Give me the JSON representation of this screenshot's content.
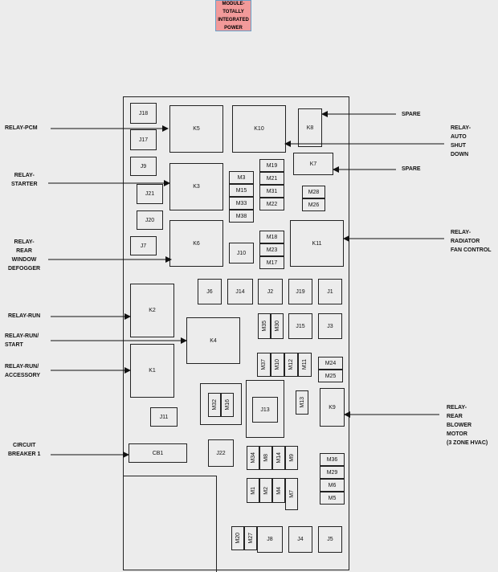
{
  "module_label": [
    "MODULE-",
    "TOTALLY",
    "INTEGRATED",
    "POWER"
  ],
  "left_labels": {
    "relay_pcm": [
      "RELAY-PCM"
    ],
    "relay_starter": [
      "RELAY-",
      "STARTER"
    ],
    "relay_rear_window": [
      "RELAY-",
      "REAR",
      "WINDOW",
      "DEFOGGER"
    ],
    "relay_run": [
      "RELAY-RUN"
    ],
    "relay_run_start": [
      "RELAY-RUN/",
      "START"
    ],
    "relay_run_accessory": [
      "RELAY-RUN/",
      "ACCESSORY"
    ],
    "circuit_breaker": [
      "CIRCUIT",
      "BREAKER 1"
    ]
  },
  "right_labels": {
    "spare_top": [
      "SPARE"
    ],
    "relay_auto_shut_down": [
      "RELAY-",
      "AUTO",
      "SHUT",
      "DOWN"
    ],
    "spare_mid": [
      "SPARE"
    ],
    "relay_radiator_fan": [
      "RELAY-",
      "RADIATOR",
      "FAN CONTROL"
    ],
    "relay_rear_blower": [
      "RELAY-",
      "REAR",
      "BLOWER",
      "MOTOR",
      "(3 ZONE HVAC)"
    ]
  },
  "components": {
    "J18": "J18",
    "J17": "J17",
    "J9": "J9",
    "J21": "J21",
    "J20": "J20",
    "J7": "J7",
    "K5": "K5",
    "K10": "K10",
    "K8": "K8",
    "K7": "K7",
    "K3": "K3",
    "K6": "K6",
    "K11": "K11",
    "M3": "M3",
    "M15": "M15",
    "M33": "M33",
    "M38": "M38",
    "M19": "M19",
    "M21": "M21",
    "M31": "M31",
    "M22": "M22",
    "M28": "M28",
    "M26": "M26",
    "M18": "M18",
    "M23": "M23",
    "M17": "M17",
    "J10": "J10",
    "K2": "K2",
    "K4": "K4",
    "K1": "K1",
    "J6": "J6",
    "J14": "J14",
    "J2": "J2",
    "J19": "J19",
    "J1": "J1",
    "M35": "M35",
    "M30": "M30",
    "J15": "J15",
    "J3": "J3",
    "M37": "M37",
    "M10": "M10",
    "M12": "M12",
    "M11": "M11",
    "M24": "M24",
    "M25": "M25",
    "M32": "M32",
    "M16": "M16",
    "J13": "J13",
    "M13": "M13",
    "K9": "K9",
    "J11": "J11",
    "CB1": "CB1",
    "J22": "J22",
    "M34": "M34",
    "M8": "M8",
    "M14": "M14",
    "M9": "M9",
    "M36": "M36",
    "M29": "M29",
    "M6": "M6",
    "M5": "M5",
    "M1": "M1",
    "M2": "M2",
    "M4": "M4",
    "M7": "M7",
    "M20": "M20",
    "M27": "M27",
    "J8": "J8",
    "J4": "J4",
    "J5": "J5"
  }
}
